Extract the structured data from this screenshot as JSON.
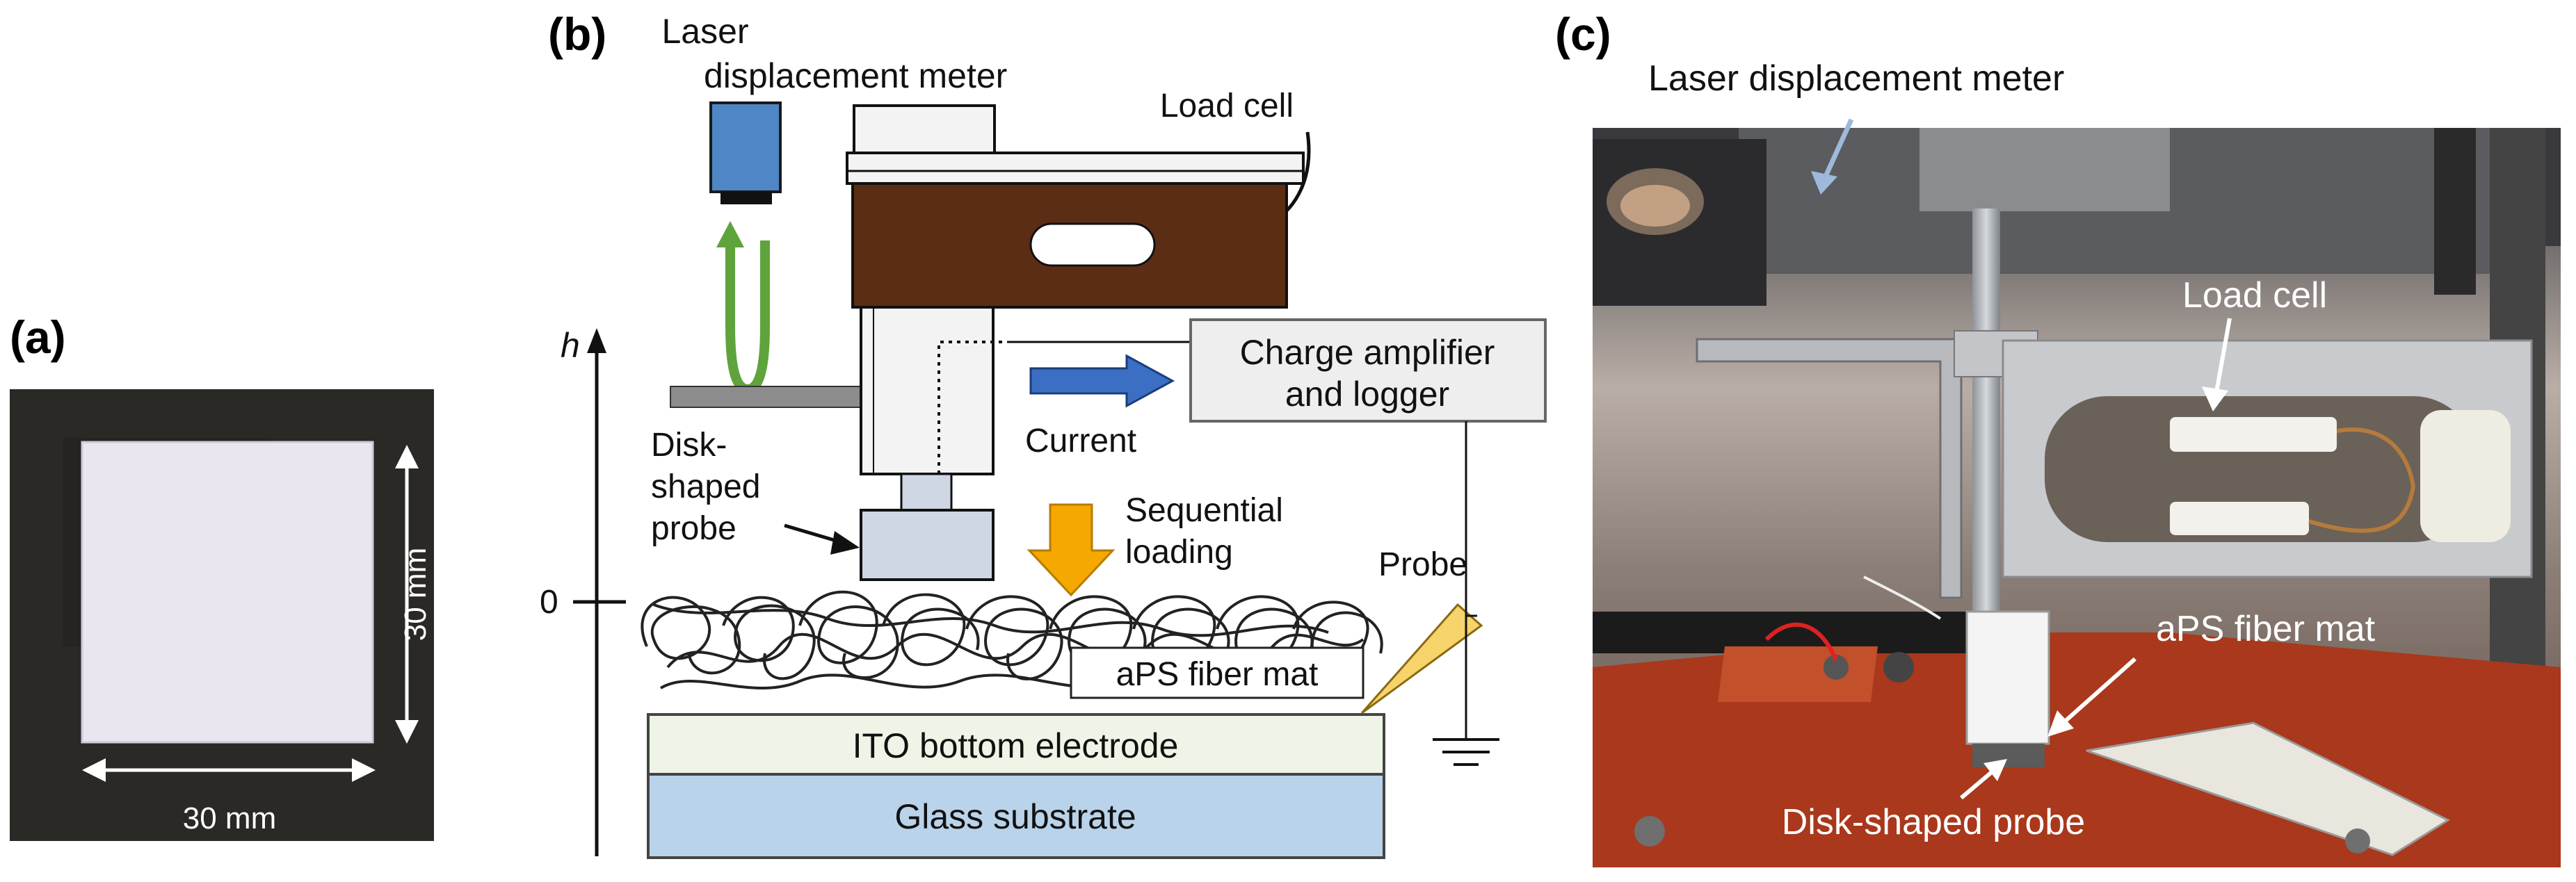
{
  "panel_a": {
    "label": "(a)",
    "height_dim": "30 mm",
    "width_dim": "30 mm"
  },
  "panel_b": {
    "label": "(b)",
    "laser_line1": "Laser",
    "laser_line2": "displacement meter",
    "load_cell": "Load cell",
    "h_axis": "h",
    "zero": "0",
    "charge_line1": "Charge amplifier",
    "charge_line2": "and logger",
    "current": "Current",
    "disk_line1": "Disk-",
    "disk_line2": "shaped",
    "disk_line3": "probe",
    "seq_line1": "Sequential",
    "seq_line2": "loading",
    "probe": "Probe",
    "fiber_mat": "aPS fiber mat",
    "ito": "ITO bottom electrode",
    "glass": "Glass substrate"
  },
  "panel_c": {
    "label": "(c)",
    "laser": "Laser displacement meter",
    "load_cell": "Load cell",
    "fiber_mat": "aPS fiber mat",
    "disk_probe": "Disk-shaped probe"
  },
  "colors": {
    "laser_blue": "#4e86c6",
    "green_arrow": "#5fa33c",
    "load_cell_brown": "#5a2d14",
    "blue_arrow": "#3a6fc4",
    "orange_arrow": "#f5a800",
    "ito_green": "#eef5e6",
    "glass_blue": "#b9d3ea",
    "probe_yellow": "#f6d36b",
    "red_base": "#a9381c"
  }
}
